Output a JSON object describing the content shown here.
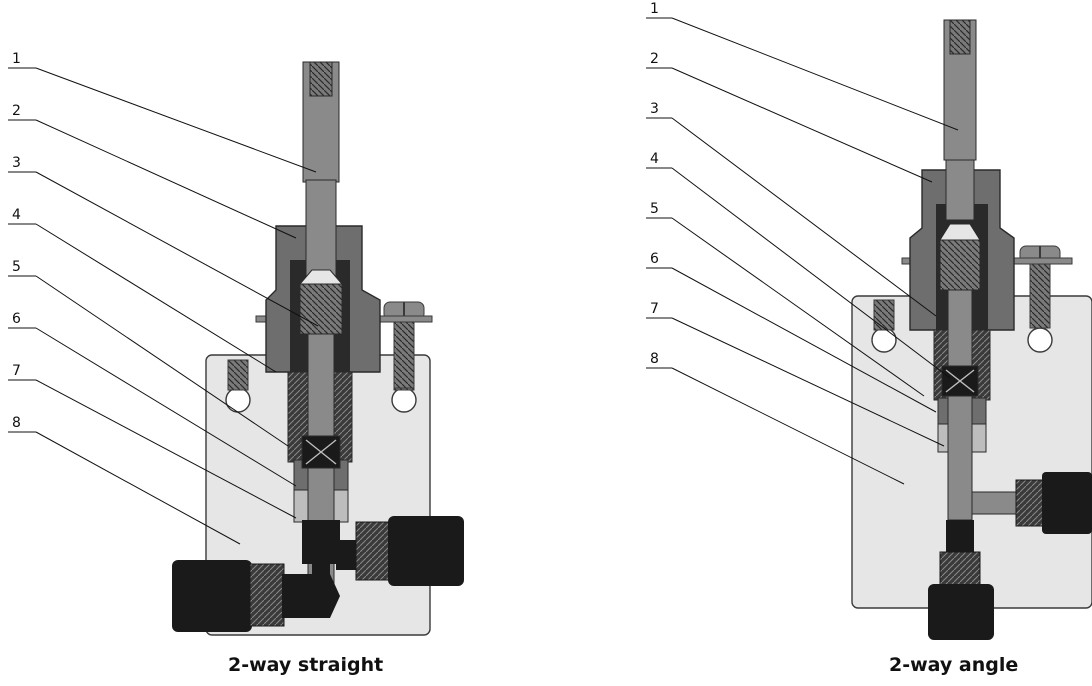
{
  "diagrams": [
    {
      "caption": "2-way straight",
      "callouts": [
        "1",
        "2",
        "3",
        "4",
        "5",
        "6",
        "7",
        "8"
      ]
    },
    {
      "caption": "2-way angle",
      "callouts": [
        "1",
        "2",
        "3",
        "4",
        "5",
        "6",
        "7",
        "8"
      ]
    }
  ],
  "colors": {
    "body_fill": "#e6e6e6",
    "stem_fill": "#8a8a8a",
    "bonnet_fill": "#6e6e6e",
    "fitting_fill": "#1a1a1a",
    "outline": "#3a3a3a"
  }
}
